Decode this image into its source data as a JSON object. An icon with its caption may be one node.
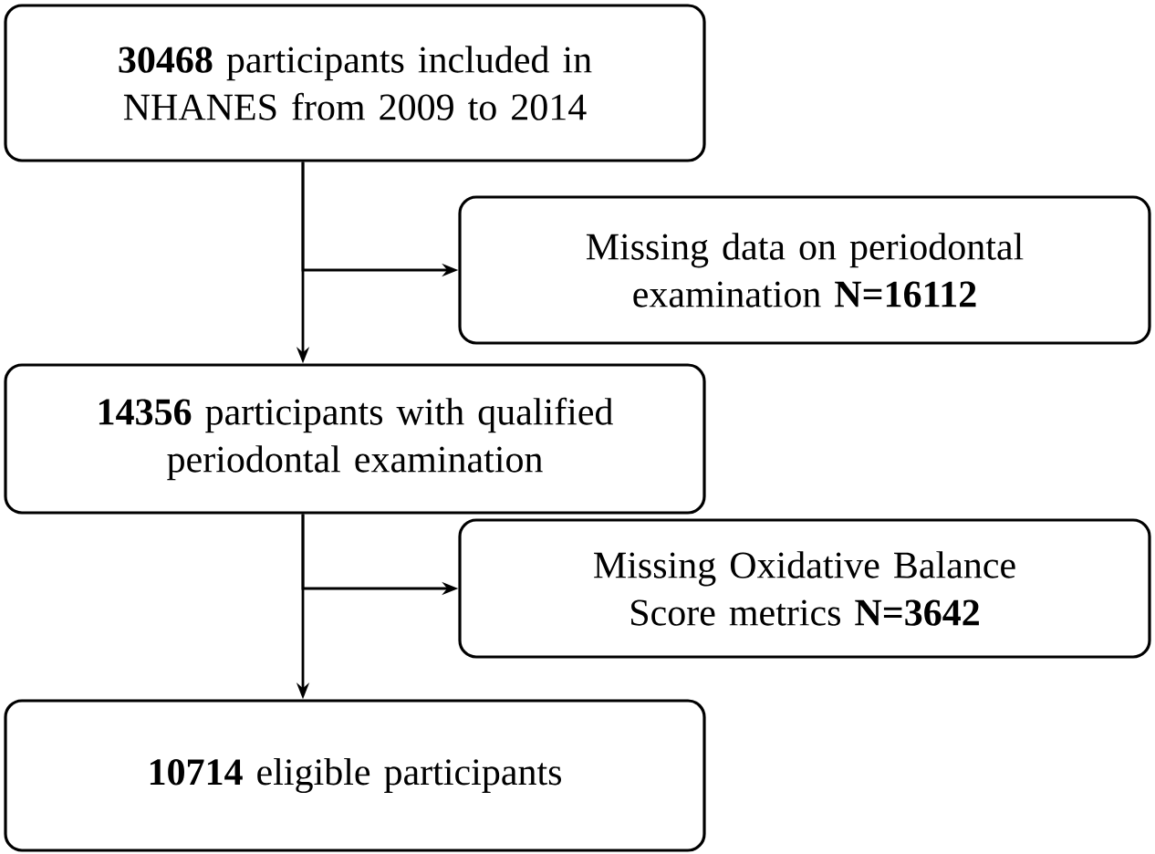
{
  "diagram": {
    "nodes": [
      {
        "text": [
          "**30468** participants included in NHANES from 2009 to 2014"
        ]
      },
      {
        "text": [
          "Missing data on periodontal examination **N=16112**"
        ]
      },
      {
        "text": [
          "**14356** participants with qualified periodontal examination"
        ]
      },
      {
        "text": [
          "Missing Oxidative Balance Score metrics **N=3642**"
        ]
      },
      {
        "text": [
          "**10714** eligible participants"
        ]
      }
    ],
    "edges": [
      {
        "from": 0,
        "to": 2,
        "arrow": "to"
      },
      {
        "from": 0,
        "to": 1,
        "arrow": "to"
      },
      {
        "from": 2,
        "to": 4,
        "arrow": "to"
      },
      {
        "from": 2,
        "to": 3,
        "arrow": "to"
      }
    ]
  }
}
